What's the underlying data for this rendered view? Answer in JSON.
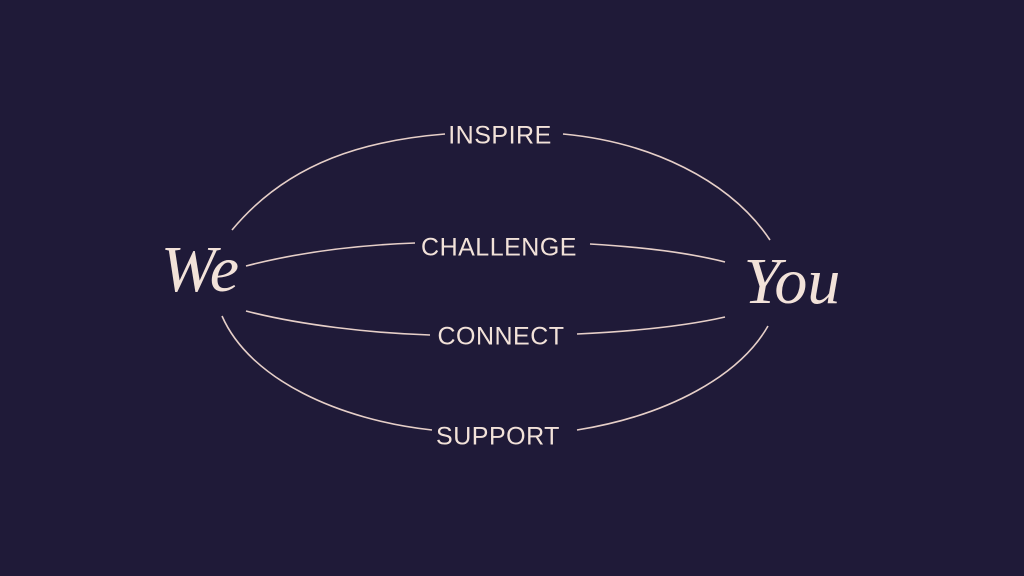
{
  "left_term": "We",
  "right_term": "You",
  "connections": [
    "INSPIRE",
    "CHALLENGE",
    "CONNECT",
    "SUPPORT"
  ],
  "colors": {
    "background": "#1f1a38",
    "foreground": "#f2e2d9"
  }
}
